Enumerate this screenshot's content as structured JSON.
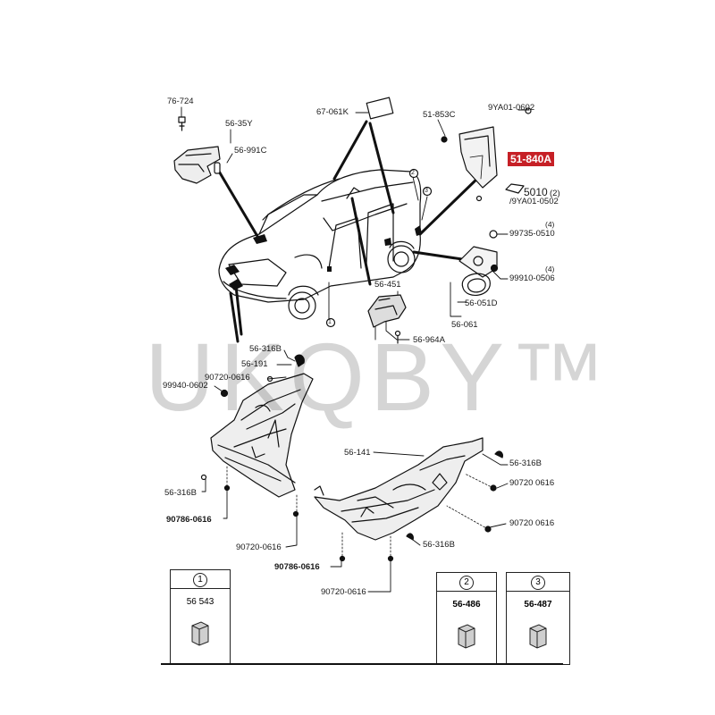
{
  "watermark": "UKQBY™",
  "highlight_part": "51-840A",
  "labels": {
    "l_76_724": "76-724",
    "l_56_35y": "56-35Y",
    "l_56_991c": "56-991C",
    "l_67_061k": "67-061K",
    "l_51_853c": "51-853C",
    "l_9ya01_0602": "9YA01-0602",
    "l_5010": "5010",
    "l_5010_qty": "(2)",
    "l_9ya01_0502": "/9YA01-0502",
    "l_99735_0510": "99735-0510",
    "l_99735_qty": "(4)",
    "l_99910_0506": "99910-0506",
    "l_99910_qty": "(4)",
    "l_56_051d": "56-051D",
    "l_56_061": "56-061",
    "l_56_451": "56-451",
    "l_56_964a": "56-964A",
    "l_56_316b_a": "56-316B",
    "l_56_191": "56-191",
    "l_90720_a": "90720-0616",
    "l_99940_0602": "99940-0602",
    "l_56_316b_b": "56-316B",
    "l_90786_a": "90786-0616",
    "l_90720_b": "90720-0616",
    "l_90786_b": "90786-0616",
    "l_90720_c": "90720-0616",
    "l_56_141": "56-141",
    "l_56_316b_c": "56-316B",
    "l_90720_d": "90720 0616",
    "l_90720_e": "90720 0616",
    "l_56_316b_d": "56-316B"
  },
  "markers": {
    "m1": "1",
    "m2": "2",
    "m3": "3"
  },
  "legend": [
    {
      "num": "1",
      "part": "56 543"
    },
    {
      "num": "2",
      "part": "56-486"
    },
    {
      "num": "3",
      "part": "56-487"
    }
  ]
}
